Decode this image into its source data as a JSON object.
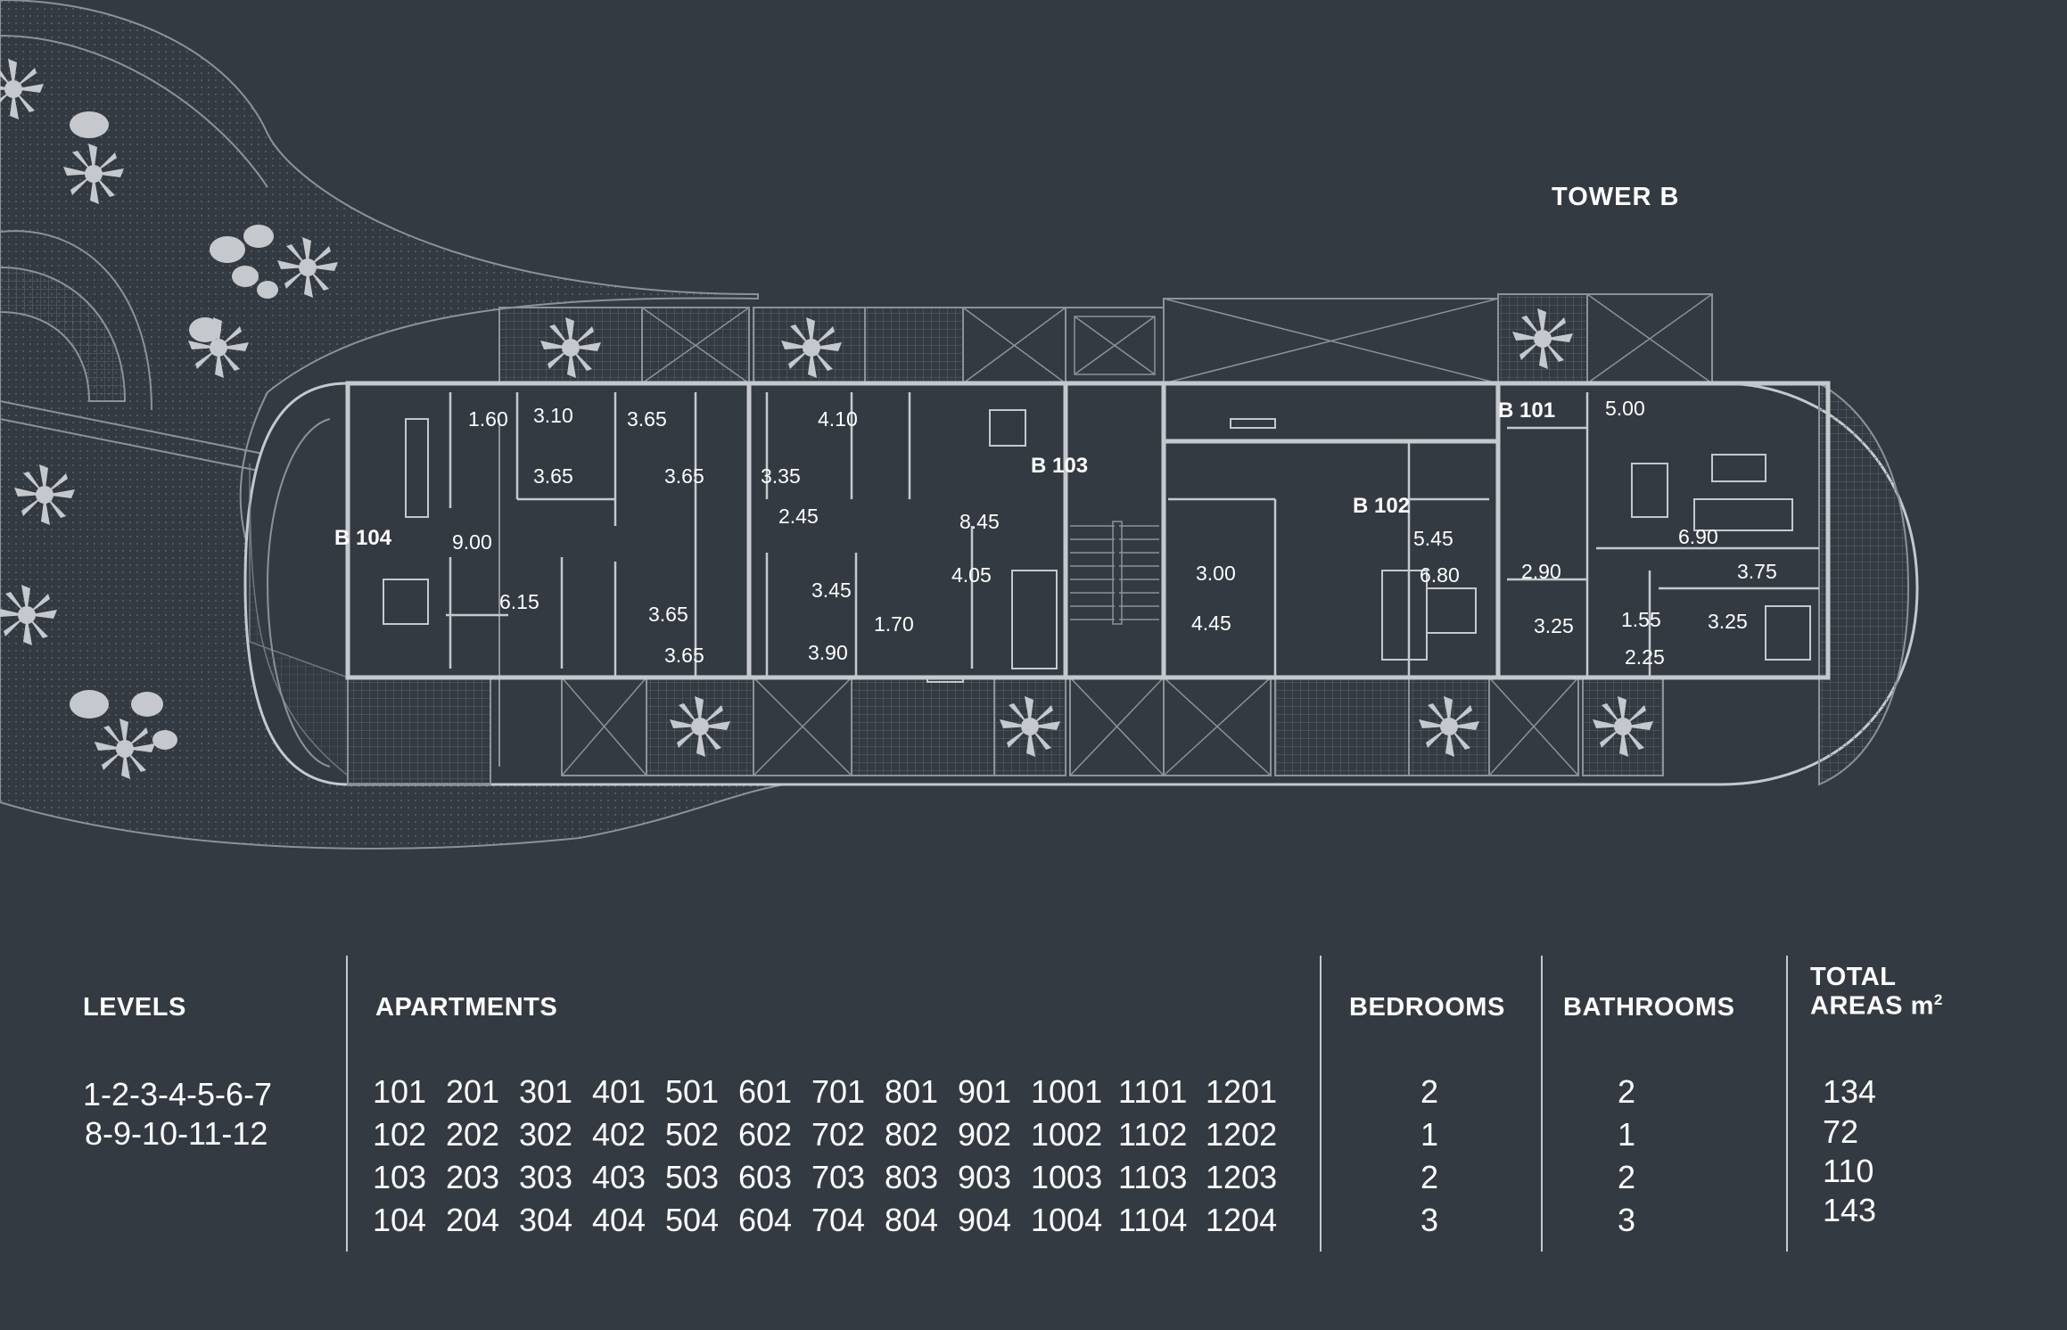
{
  "tower_title": "TOWER B",
  "apartment_labels": [
    "B 101",
    "B 102",
    "B 103",
    "B 104"
  ],
  "dimensions": [
    "1.60",
    "3.10",
    "3.65",
    "3.65",
    "3.65",
    "4.10",
    "3.35",
    "2.45",
    "8.45",
    "9.00",
    "6.15",
    "3.65",
    "3.65",
    "3.45",
    "1.70",
    "3.90",
    "4.05",
    "3.00",
    "4.45",
    "5.45",
    "6.80",
    "5.00",
    "6.90",
    "2.90",
    "3.75",
    "3.25",
    "1.55",
    "2.25",
    "3.25"
  ],
  "legend": {
    "headers": {
      "levels": "LEVELS",
      "apartments": "APARTMENTS",
      "bedrooms": "BEDROOMS",
      "bathrooms": "BATHROOMS",
      "total_line1": "TOTAL",
      "total_line2": "AREAS m",
      "total_sup": "2"
    },
    "levels": [
      "1-2-3-4-5-6-7",
      "8-9-10-11-12"
    ],
    "rows": [
      {
        "apartments": [
          "101",
          "201",
          "301",
          "401",
          "501",
          "601",
          "701",
          "801",
          "901",
          "1001",
          "1101",
          "1201"
        ],
        "bedrooms": "2",
        "bathrooms": "2",
        "area": "134"
      },
      {
        "apartments": [
          "102",
          "202",
          "302",
          "402",
          "502",
          "602",
          "702",
          "802",
          "902",
          "1002",
          "1102",
          "1202"
        ],
        "bedrooms": "1",
        "bathrooms": "1",
        "area": "72"
      },
      {
        "apartments": [
          "103",
          "203",
          "303",
          "403",
          "503",
          "603",
          "703",
          "803",
          "903",
          "1003",
          "1103",
          "1203"
        ],
        "bedrooms": "2",
        "bathrooms": "2",
        "area": "110"
      },
      {
        "apartments": [
          "104",
          "204",
          "304",
          "404",
          "504",
          "604",
          "704",
          "804",
          "904",
          "1004",
          "1104",
          "1204"
        ],
        "bedrooms": "3",
        "bathrooms": "3",
        "area": "143"
      }
    ]
  }
}
